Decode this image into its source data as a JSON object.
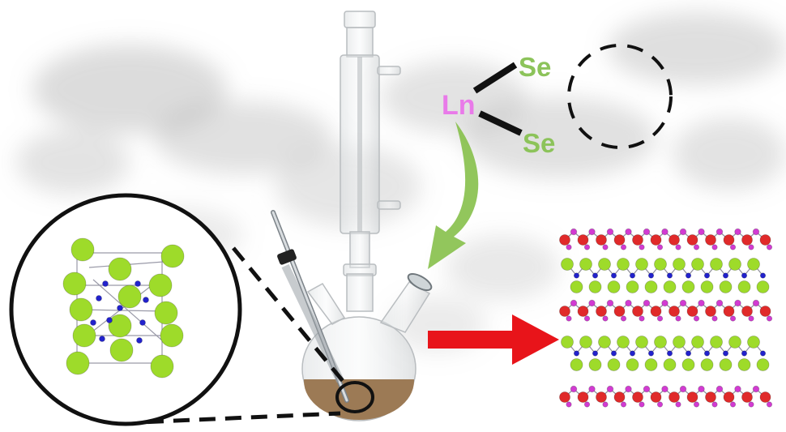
{
  "labels": {
    "metal": "Ln",
    "ligand_top": "Se",
    "ligand_bottom": "Se"
  },
  "colors": {
    "metal": "#e97ae9",
    "ligand": "#8cc35a",
    "green_arrow": "#86c04a",
    "red_arrow": "#e8141a",
    "crystal_green": "#9edb2a",
    "crystal_blue": "#2222cc",
    "layer_red": "#e02a2a",
    "layer_magenta": "#d23bd2",
    "layer_green": "#9edb2a",
    "product": "#9c7a55"
  }
}
